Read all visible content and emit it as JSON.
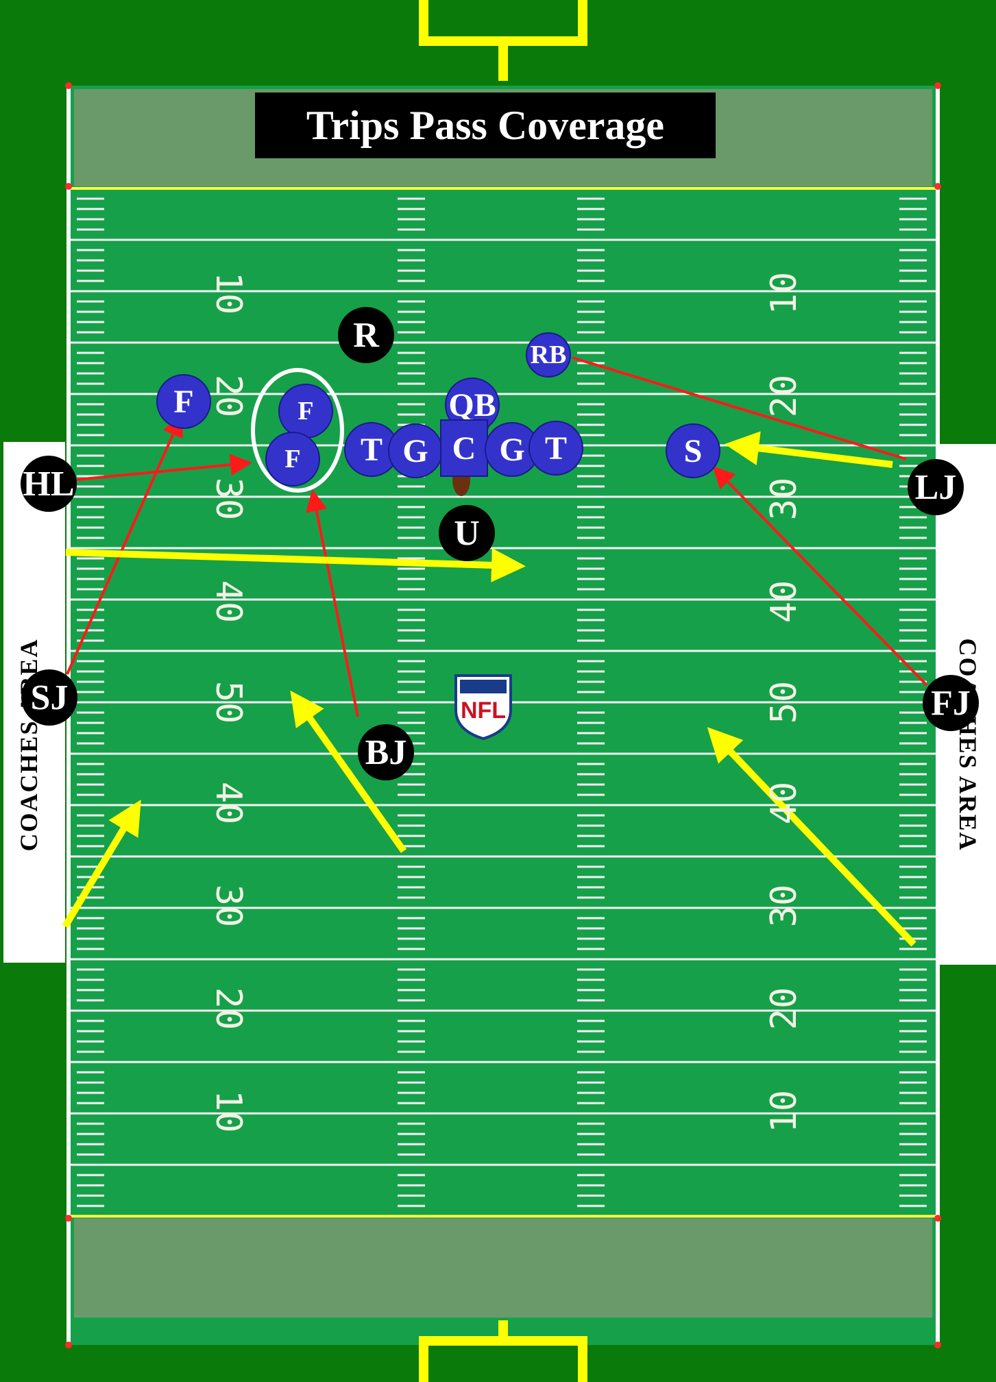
{
  "title": "Trips Pass Coverage",
  "sideline_label": "COACHES AREA",
  "yard_numbers": [
    "10",
    "20",
    "30",
    "40",
    "50",
    "40",
    "30",
    "20",
    "10"
  ],
  "logo_text": "NFL",
  "officials": {
    "R": "R",
    "U": "U",
    "HL": "HL",
    "LJ": "LJ",
    "SJ": "SJ",
    "FJ": "FJ",
    "BJ": "BJ"
  },
  "players": {
    "flanker_outside": "F",
    "flanker_top": "F",
    "flanker_bottom": "F",
    "left_tackle": "T",
    "left_guard": "G",
    "center": "C",
    "right_guard": "G",
    "right_tackle": "T",
    "quarterback": "QB",
    "running_back": "RB",
    "safety": "S"
  },
  "colors": {
    "field": "#16a04a",
    "border": "#0a7a0a",
    "endzone": "#6a9a6a",
    "player": "#3333cc",
    "official": "#000000",
    "responsibility_arrow": "#ff1a1a",
    "movement_arrow": "#ffff00",
    "goalpost": "#ffff00"
  }
}
